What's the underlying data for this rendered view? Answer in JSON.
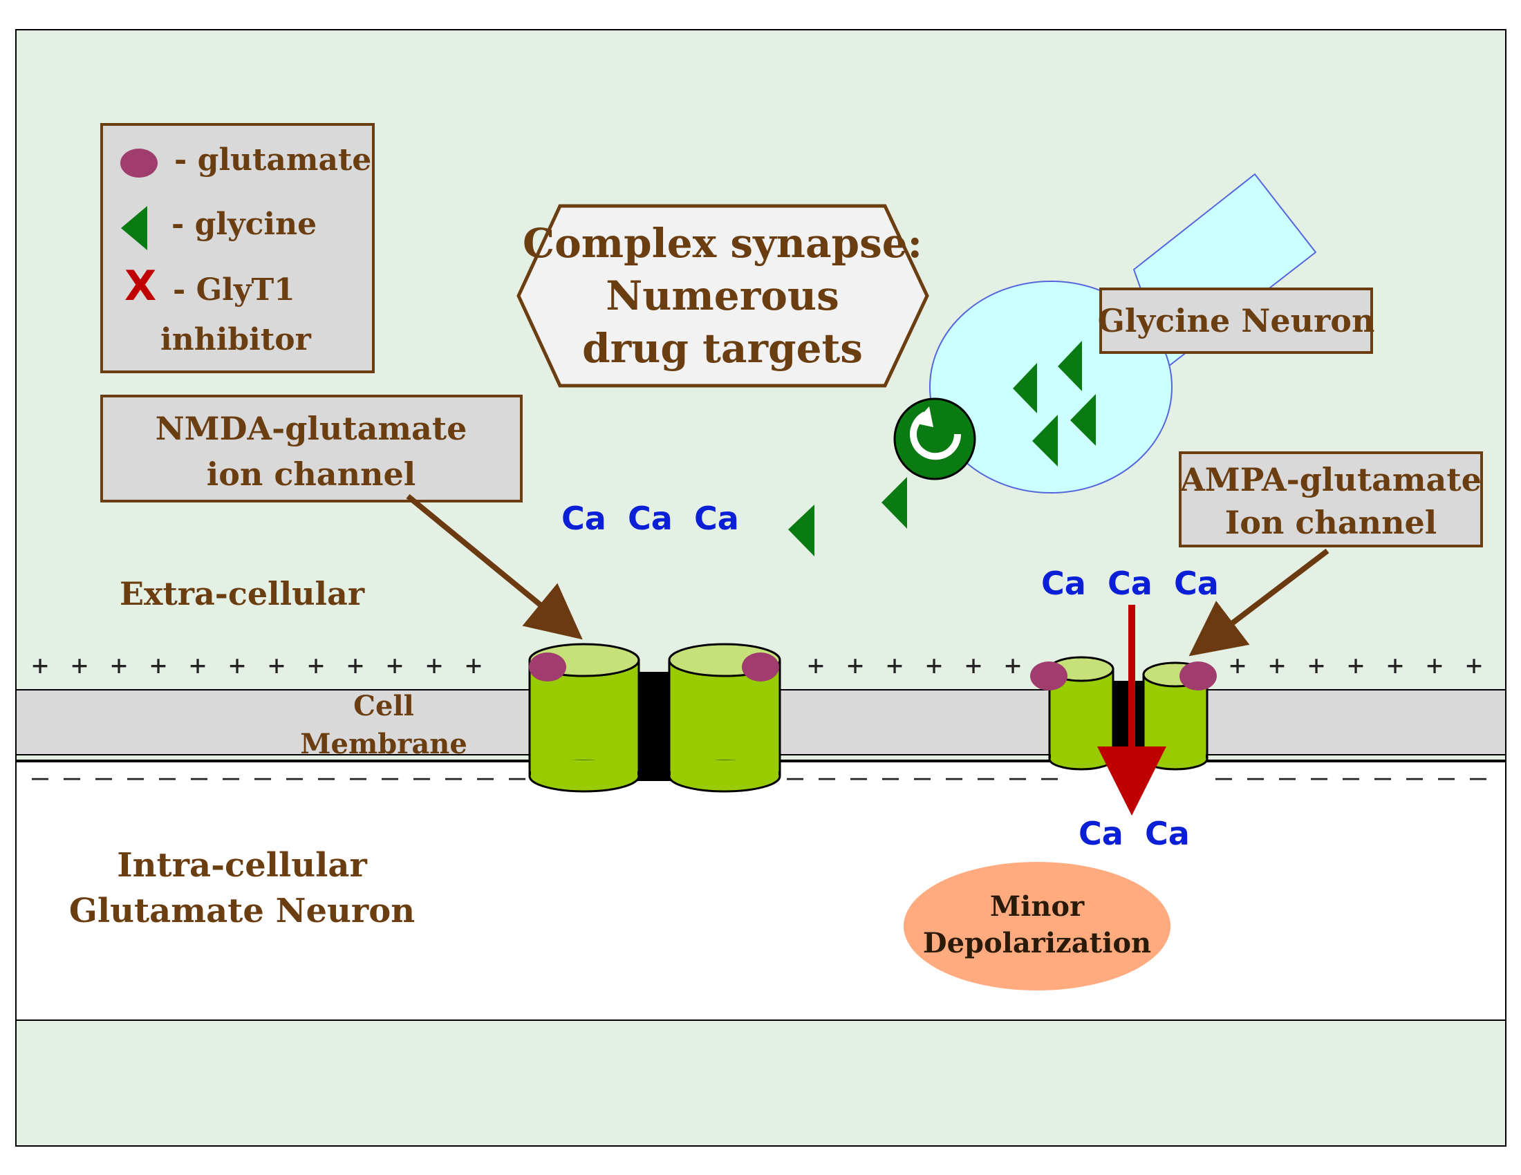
{
  "legend": {
    "glutamate": "- glutamate",
    "glycine": "- glycine",
    "glyt1_line1": "- GlyT1",
    "glyt1_line2": "inhibitor",
    "x_mark": "X"
  },
  "title": {
    "line1": "Complex synapse:",
    "line2": "Numerous",
    "line3": "drug targets"
  },
  "labels": {
    "glycine_neuron": "Glycine Neuron",
    "nmda_line1": "NMDA-glutamate",
    "nmda_line2": "ion channel",
    "ampa_line1": "AMPA-glutamate",
    "ampa_line2": "Ion channel",
    "extracellular": "Extra-cellular",
    "cell_membrane_line1": "Cell",
    "cell_membrane_line2": "Membrane",
    "intracellular_line1": "Intra-cellular",
    "intracellular_line2": "Glutamate Neuron",
    "depolarization_line1": "Minor",
    "depolarization_line2": "Depolarization"
  },
  "calcium": {
    "symbol": "Ca",
    "extracellular_near_nmda": [
      "Ca",
      "Ca",
      "Ca"
    ],
    "extracellular_near_ampa": [
      "Ca",
      "Ca",
      "Ca"
    ],
    "intracellular": [
      "Ca",
      "Ca"
    ]
  },
  "membrane": {
    "positive_sign": "+",
    "negative_sign": "–"
  },
  "colors": {
    "outer_background": "#e4f0e4",
    "membrane": "#d9d9d9",
    "label_box": "#d9d9d9",
    "label_border": "#6b3e12",
    "text_brown": "#6b3e12",
    "calcium_blue": "#0a1fd6",
    "glutamate": "#a03d6e",
    "glycine": "#0a7a12",
    "channel_green": "#99cc00",
    "channel_top": "#c6e07a",
    "glycine_neuron_fill": "#ccffff",
    "inhibitor_red": "#c00000",
    "depolarization_fill": "#ffab7f",
    "arrow_brown": "#6b3a10"
  }
}
